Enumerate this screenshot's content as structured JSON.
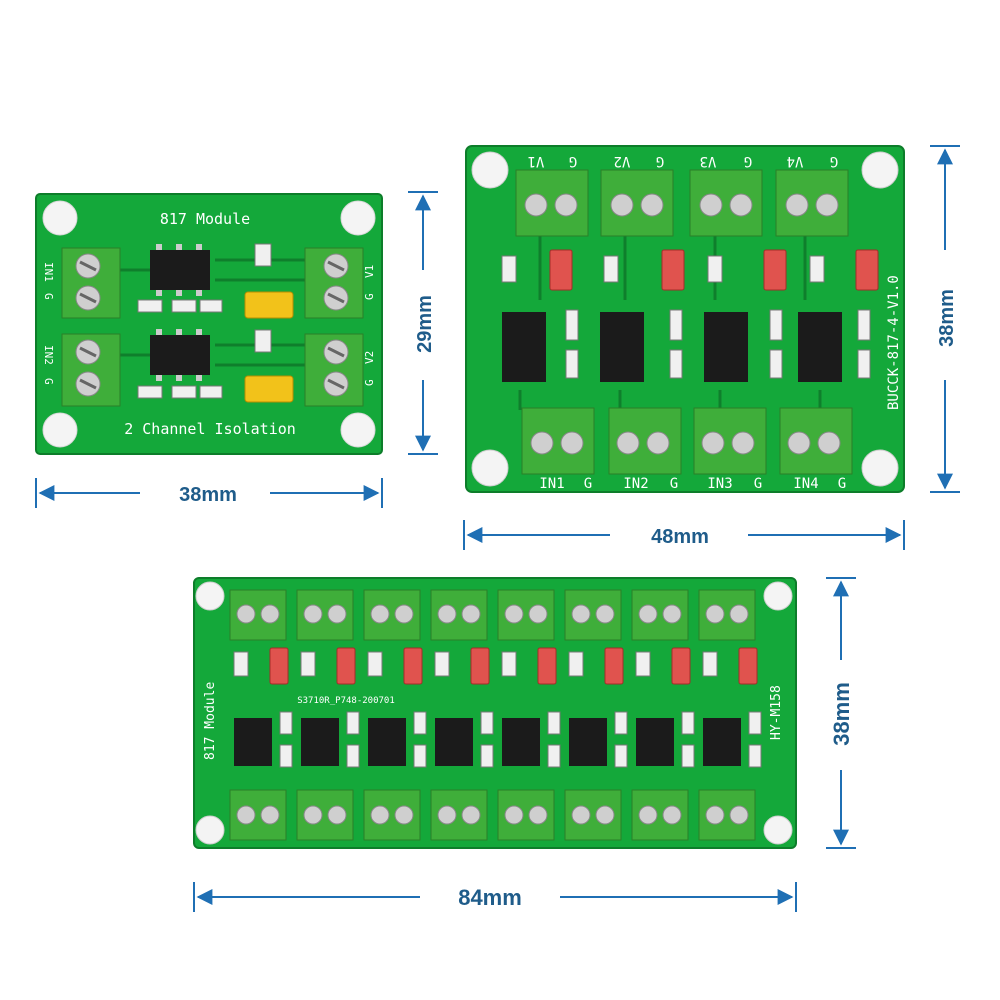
{
  "colors": {
    "pcb": "#14a83a",
    "pcb_dark": "#0f8a2f",
    "terminal": "#3fae3a",
    "dimension": "#1f6fb4",
    "jumper_yellow": "#f2c21a",
    "jumper_red": "#e0534e"
  },
  "board_2ch": {
    "title": "817 Module",
    "subtitle": "2 Channel Isolation",
    "labels_left": [
      "IN1",
      "G",
      "IN2",
      "G"
    ],
    "labels_right": [
      "V1",
      "G",
      "V2",
      "G"
    ],
    "width_label": "38mm",
    "height_label": "29mm"
  },
  "board_4ch": {
    "version": "BUCCK-817-4-V1.0",
    "top_labels": [
      "V1",
      "G",
      "V2",
      "G",
      "V3",
      "G",
      "V4",
      "G"
    ],
    "bottom_labels": [
      "IN1",
      "G",
      "IN2",
      "G",
      "IN3",
      "G",
      "IN4",
      "G"
    ],
    "width_label": "48mm",
    "height_label": "38mm"
  },
  "board_8ch": {
    "title": "817 Module",
    "model": "HY-M158",
    "part_code": "S3710R_P748-200701",
    "width_label": "84mm",
    "height_label": "38mm"
  }
}
